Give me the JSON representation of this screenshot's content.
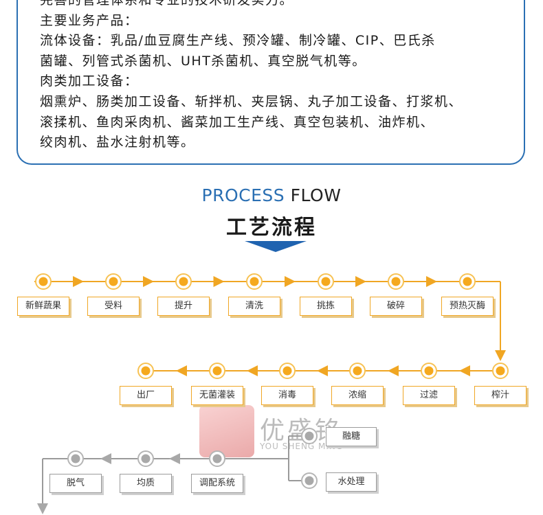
{
  "intro": {
    "lines": [
      "完善的管理体系和专业的技术研发实力。",
      "主要业务产品：",
      "流体设备：乳品/血豆腐生产线、预冷罐、制冷罐、CIP、巴氏杀",
      "菌罐、列管式杀菌机、UHT杀菌机、真空脱气机等。",
      "肉类加工设备：",
      "烟熏炉、肠类加工设备、斩拌机、夹层锅、丸子加工设备、打浆机、",
      "滚揉机、鱼肉采肉机、酱菜加工生产线、真空包装机、油炸机、",
      "绞肉机、盐水注射机等。"
    ]
  },
  "heading": {
    "en_a": "PROCESS",
    "en_b": "FLOW",
    "cn": "工艺流程"
  },
  "watermark": {
    "cn": "优盛铭",
    "en": "YOU SHENG MING"
  },
  "flow": {
    "row1": [
      "新鲜蔬果",
      "受料",
      "提升",
      "清洗",
      "挑拣",
      "破碎",
      "预热灭酶"
    ],
    "row2": [
      "出厂",
      "无菌灌装",
      "消毒",
      "浓缩",
      "过滤",
      "榨汁"
    ],
    "row3": [
      "脱气",
      "均质",
      "调配系统"
    ],
    "side": [
      "融糖",
      "水处理"
    ]
  },
  "colors": {
    "accent_blue": "#2a6fb3",
    "flow_orange": "#f0a623",
    "flow_gray": "#9a9a9a"
  }
}
